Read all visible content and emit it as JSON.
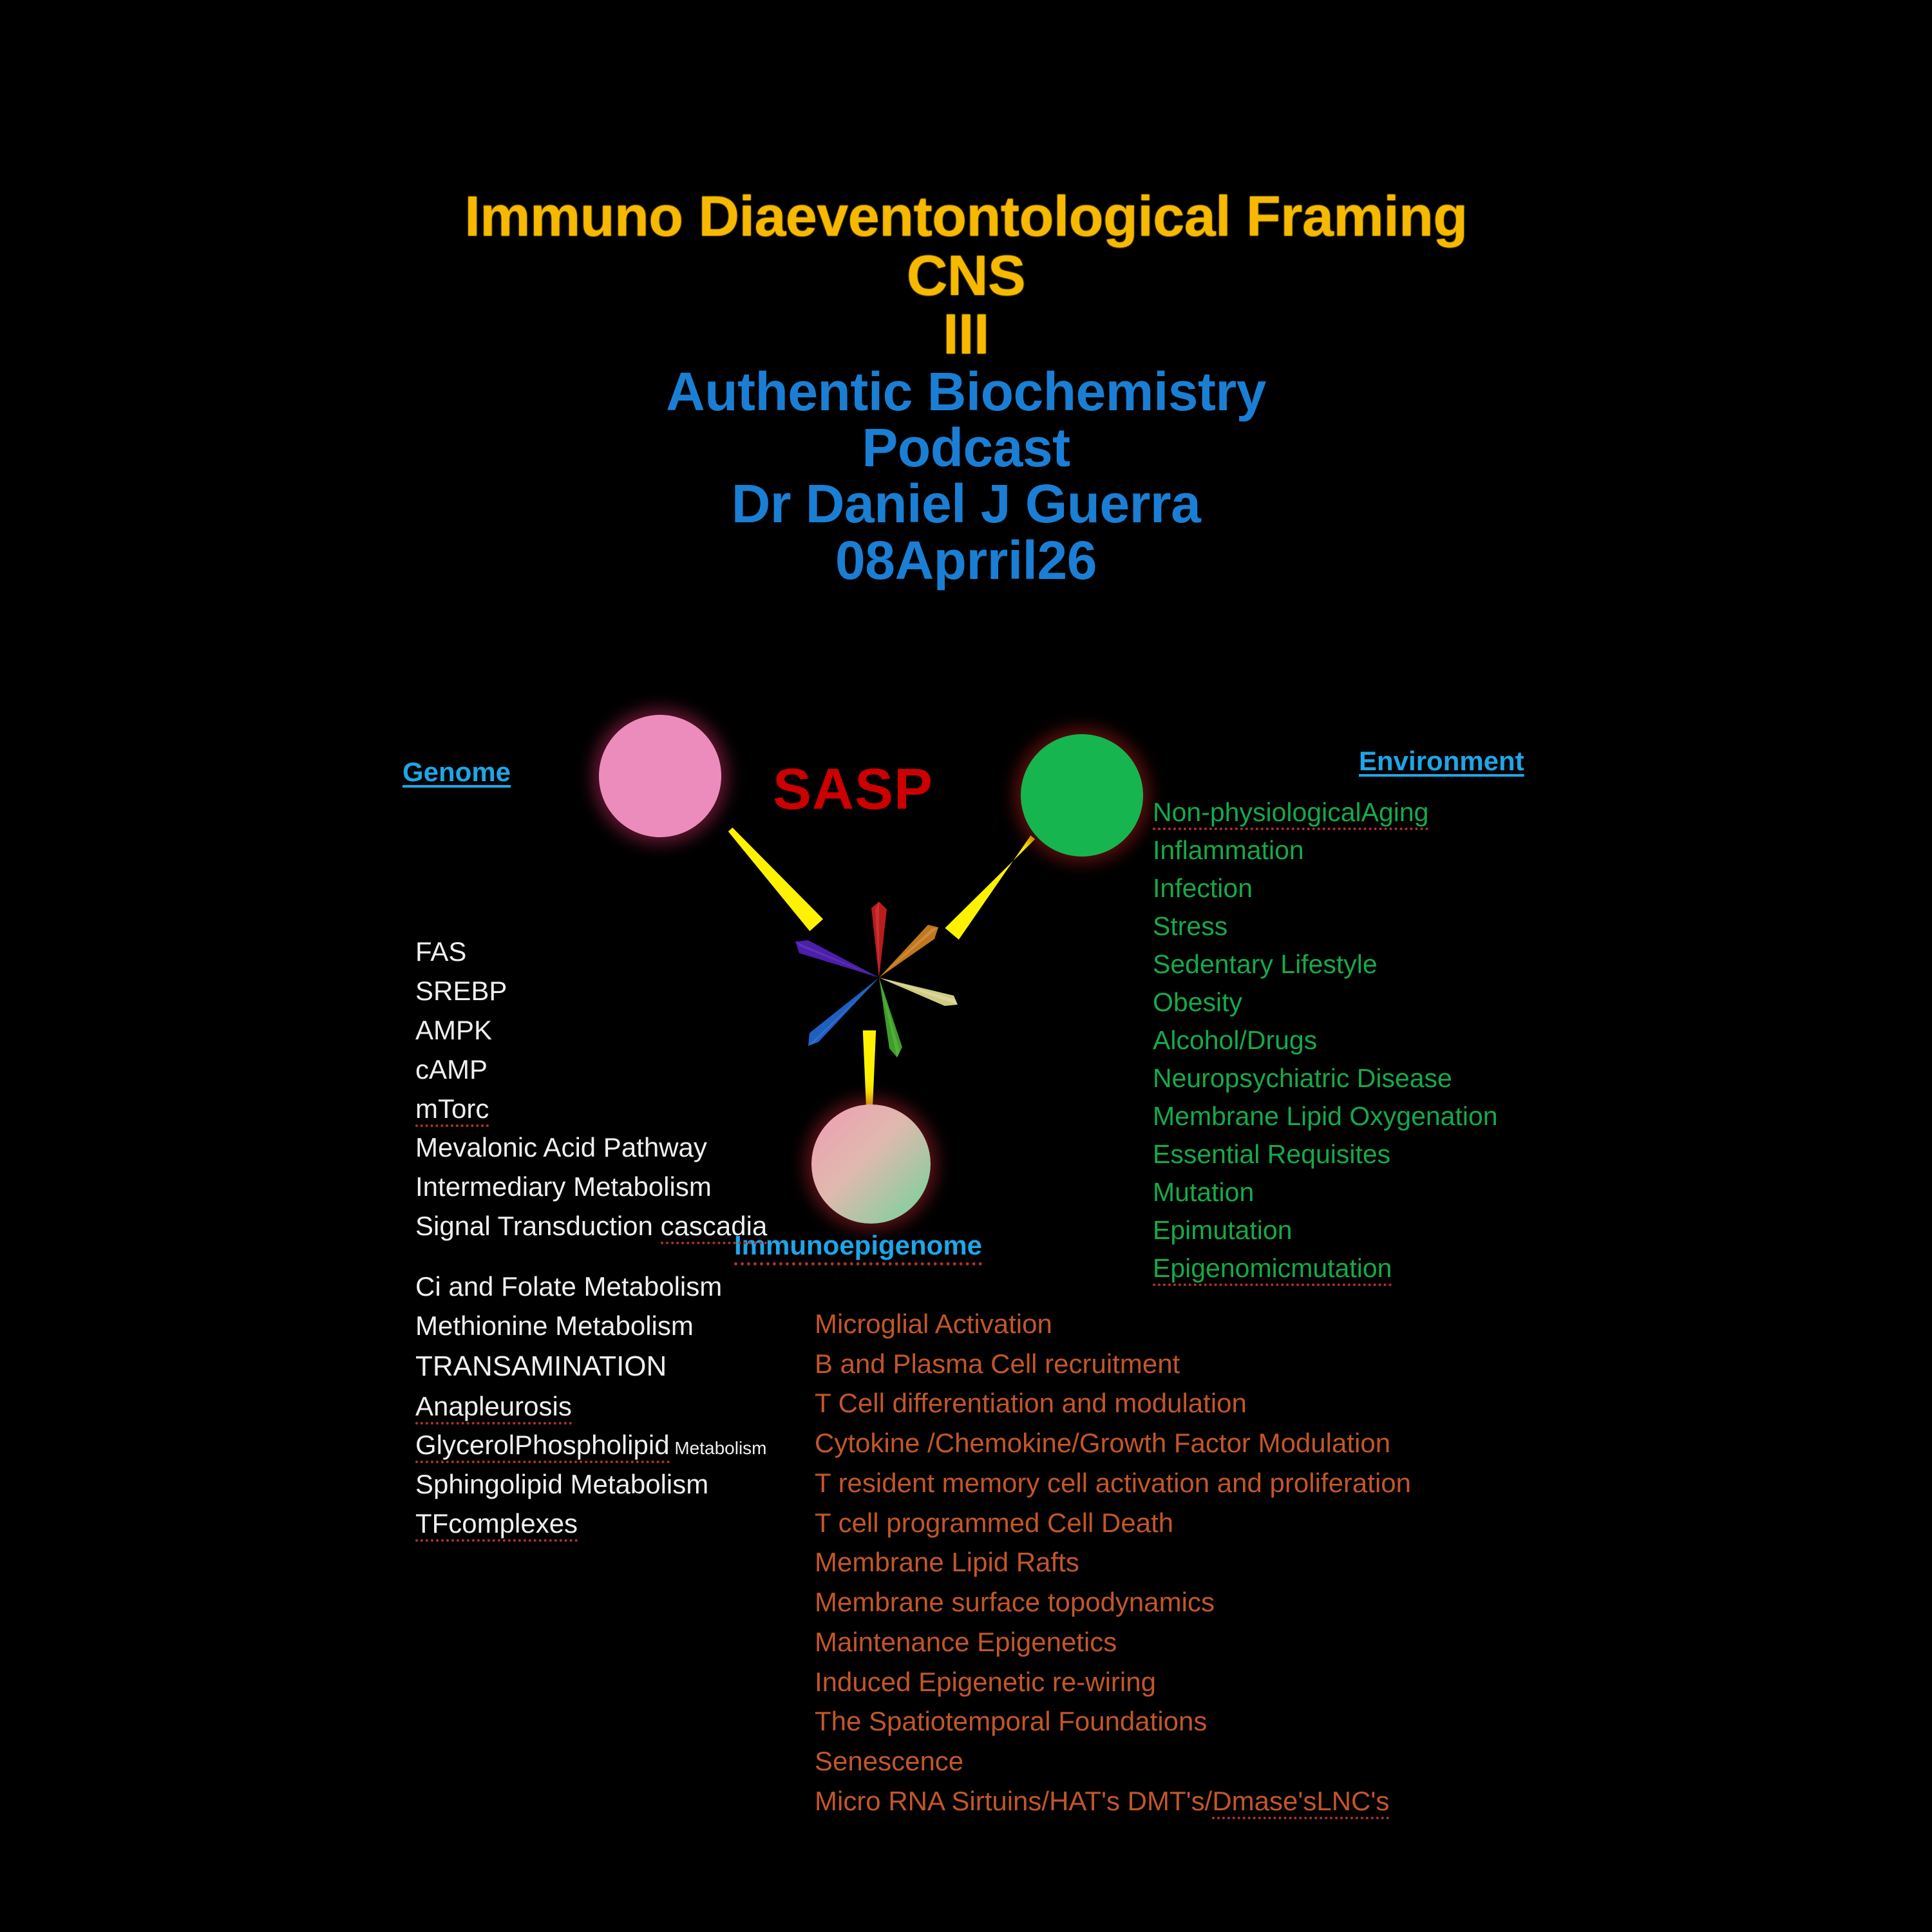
{
  "title": {
    "line1": "Immuno Diaeventontological Framing",
    "line2": "CNS",
    "line3": "III",
    "line4": "Authentic Biochemistry",
    "line5": "Podcast",
    "line6": "Dr Daniel J Guerra",
    "line7": "08Aprril26",
    "gold_color": "#F6B900",
    "blue_color": "#1A7FD4"
  },
  "diagram": {
    "center_label": "SASP",
    "center_label_color": "#CC0000",
    "nodes": [
      {
        "id": "genome",
        "label": "Genome",
        "color": "#EC8CBD",
        "label_color": "#1EA6E8"
      },
      {
        "id": "environment",
        "label": "Environment",
        "color": "#17B550",
        "label_color": "#1EA6E8"
      },
      {
        "id": "immunoepigenome",
        "label": "Immunoepigenome",
        "color": "#6FD49A",
        "label_color": "#1EA6E8"
      }
    ],
    "connector_color": "#FFF200",
    "star_colors": [
      "#B81C1C",
      "#C07820",
      "#CFCB86",
      "#3F9E2A",
      "#1F5FC0",
      "#4B1FA8"
    ]
  },
  "genome_list_a": {
    "color": "#EFEFEF",
    "items": [
      {
        "text": "FAS"
      },
      {
        "text": "SREBP"
      },
      {
        "text": "AMPK"
      },
      {
        "text": "cAMP"
      },
      {
        "text": "mTorc",
        "squiggle": true
      },
      {
        "text": "Mevalonic Acid Pathway"
      },
      {
        "text": "Intermediary Metabolism"
      },
      {
        "text": "Signal Transduction ",
        "tail": "cascadia",
        "tail_squiggle": true
      }
    ]
  },
  "genome_list_b": {
    "color": "#EFEFEF",
    "items": [
      {
        "text": "Ci and Folate Metabolism"
      },
      {
        "text": "Methionine Metabolism"
      },
      {
        "text": "TRANSAMINATION"
      },
      {
        "text": "Anapleurosis",
        "squiggle": true
      },
      {
        "text": "GlycerolPhospholipid",
        "squiggle": true,
        "small_tail": " Metabolism"
      },
      {
        "text": "Sphingolipid Metabolism"
      },
      {
        "text": "TFcomplexes",
        "squiggle": true
      }
    ]
  },
  "environment_list": {
    "color": "#16A94A",
    "items": [
      {
        "text": "Non-physiologicalAging",
        "squiggle": true
      },
      {
        "text": "Inflammation"
      },
      {
        "text": "Infection"
      },
      {
        "text": "Stress"
      },
      {
        "text": "Sedentary Lifestyle"
      },
      {
        "text": "Obesity"
      },
      {
        "text": "Alcohol/Drugs"
      },
      {
        "text": "Neuropsychiatric Disease"
      },
      {
        "text": "Membrane Lipid Oxygenation"
      },
      {
        "text": "Essential Requisites"
      },
      {
        "text": "Mutation"
      },
      {
        "text": "Epimutation"
      },
      {
        "text": "Epigenomicmutation",
        "squiggle": true
      }
    ]
  },
  "immunoepigenome_list": {
    "color": "#C2562A",
    "items": [
      {
        "text": "Microglial Activation"
      },
      {
        "text": "B and Plasma Cell recruitment"
      },
      {
        "text": "T Cell differentiation and modulation"
      },
      {
        "text": "Cytokine /Chemokine/Growth Factor Modulation"
      },
      {
        "text": "T resident memory cell activation and proliferation"
      },
      {
        "text": "T cell programmed Cell Death"
      },
      {
        "text": "Membrane Lipid Rafts"
      },
      {
        "text": "Membrane surface topodynamics"
      },
      {
        "text": "Maintenance Epigenetics"
      },
      {
        "text": "Induced Epigenetic re-wiring"
      },
      {
        "text": "The Spatiotemporal Foundations"
      },
      {
        "text": "Senescence"
      },
      {
        "text": "Micro RNA Sirtuins/HAT's DMT's/",
        "tail": "Dmase'sLNC's",
        "tail_squiggle": true
      }
    ]
  }
}
